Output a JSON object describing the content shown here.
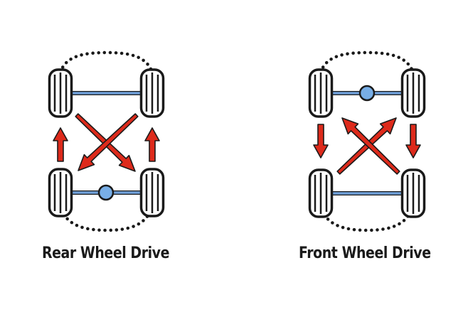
{
  "diagrams": [
    {
      "id": "rear",
      "title": "Rear Wheel Drive",
      "driven_axle": "rear"
    },
    {
      "id": "front",
      "title": "Front Wheel Drive",
      "driven_axle": "front"
    }
  ],
  "colors": {
    "arrow": "#dd2a1b",
    "axle": "#6f9fd8",
    "differential": "#78aee6",
    "tire": "#1a1a1a",
    "outline_dots": "#1a1a1a"
  }
}
